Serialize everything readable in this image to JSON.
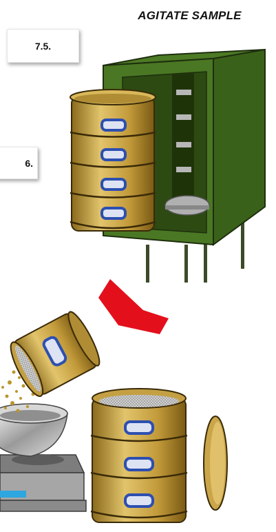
{
  "header": {
    "title": "AGITATE SAMPLE"
  },
  "steps": [
    {
      "number": "7.5."
    },
    {
      "number": "6."
    }
  ],
  "colors": {
    "shaker_body": "#3f6b1e",
    "sieve_brass": "#c9a64a",
    "handle_blue": "#2d4fb0",
    "arrow_red": "#e3101c"
  }
}
